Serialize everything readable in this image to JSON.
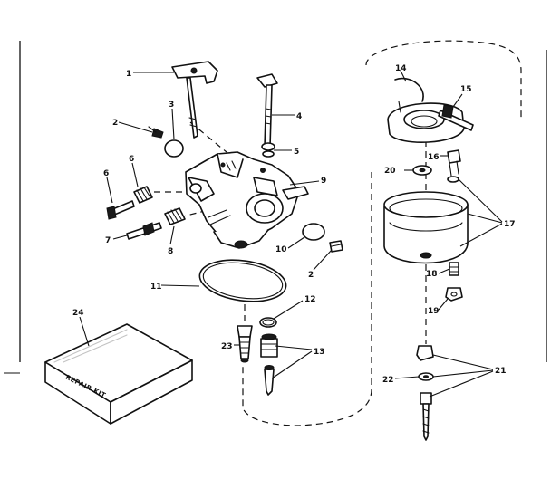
{
  "diagram": {
    "callouts": {
      "c1": "1",
      "c2a": "2",
      "c2b": "2",
      "c3": "3",
      "c4": "4",
      "c5": "5",
      "c6a": "6",
      "c6b": "6",
      "c7": "7",
      "c8": "8",
      "c9": "9",
      "c10": "10",
      "c11": "11",
      "c12": "12",
      "c13": "13",
      "c14": "14",
      "c15": "15",
      "c16": "16",
      "c17": "17",
      "c18": "18",
      "c19": "19",
      "c20": "20",
      "c21": "21",
      "c22": "22",
      "c23": "23",
      "c24": "24"
    },
    "kit_label": "REPAIR KIT"
  }
}
